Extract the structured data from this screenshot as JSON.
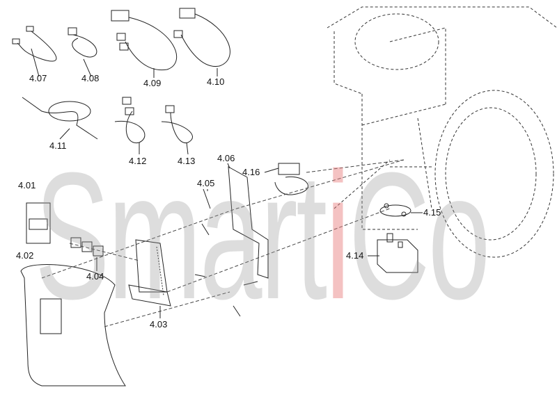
{
  "watermark": {
    "text_main": "Smart",
    "text_accent": "i",
    "text_end": "Co",
    "accent_color": "#e57a7a"
  },
  "part_labels": {
    "p401": "4.01",
    "p402": "4.02",
    "p403": "4.03",
    "p404": "4.04",
    "p405": "4.05",
    "p406": "4.06",
    "p407": "4.07",
    "p408": "4.08",
    "p409": "4.09",
    "p410": "4.10",
    "p411": "4.11",
    "p412": "4.12",
    "p413": "4.13",
    "p414": "4.14",
    "p415": "4.15",
    "p416": "4.16"
  }
}
